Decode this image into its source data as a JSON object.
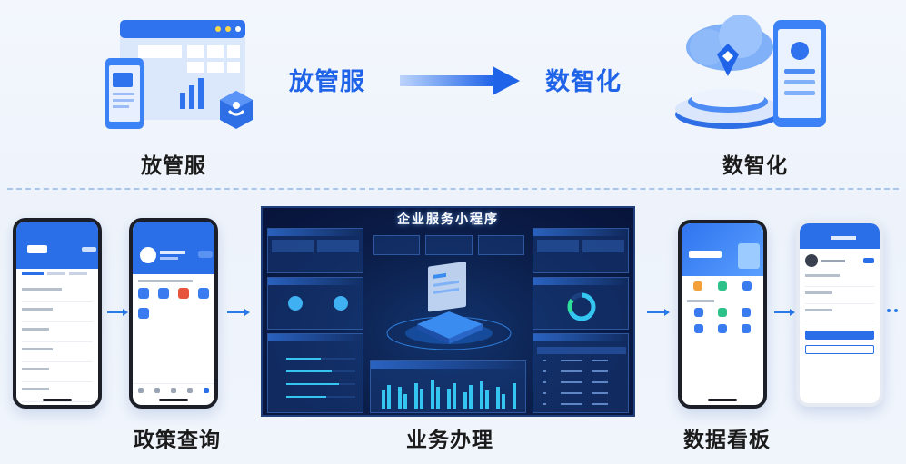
{
  "top": {
    "left_label": "放管服",
    "center_left": "放管服",
    "center_right": "数智化",
    "right_label": "数智化"
  },
  "bottom": {
    "captions": [
      "政策查询",
      "业务办理",
      "数据看板"
    ]
  },
  "dashboard": {
    "title": "企业服务小程序"
  },
  "colors": {
    "accent": "#1f63e8",
    "dashboard_bg": "#0b1d48",
    "bar_cyan": "#34c6f0"
  }
}
